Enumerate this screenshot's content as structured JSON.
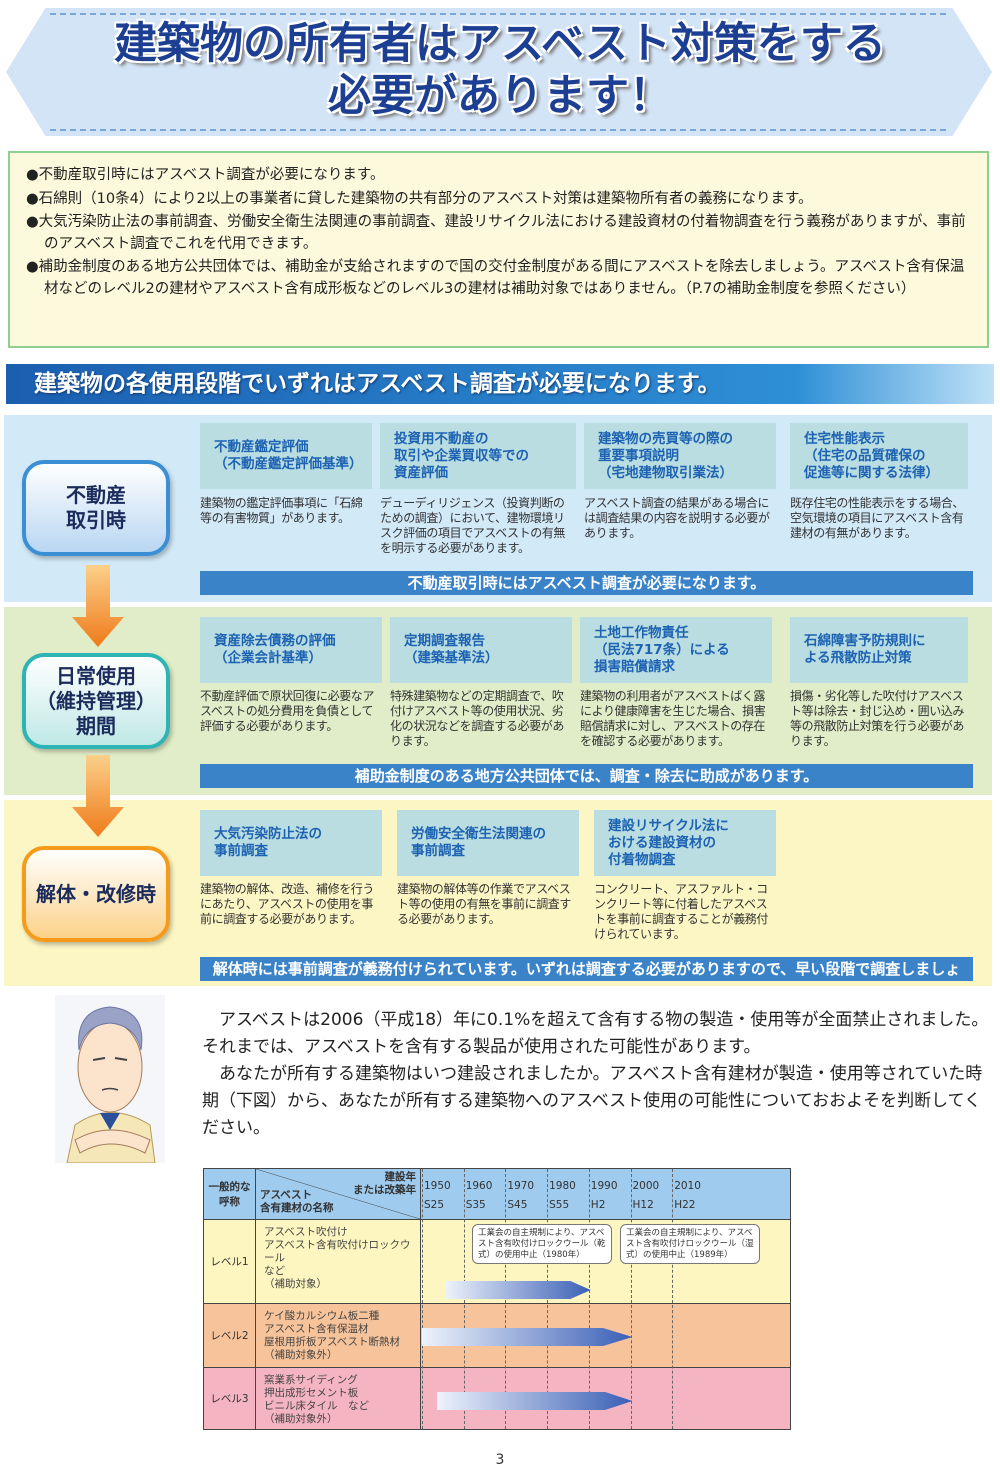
{
  "title": {
    "line1": "建築物の所有者はアスベスト対策をする",
    "line2": "必要があります！"
  },
  "info": [
    "●不動産取引時にはアスベスト調査が必要になります。",
    "●石綿則（10条4）により2以上の事業者に貸した建築物の共有部分のアスベスト対策は建築物所有者の義務になります。",
    "●大気汚染防止法の事前調査、労働安全衛生法関連の事前調査、建設リサイクル法における建設資材の付着物調査を行う義務がありますが、事前のアスベスト調査でこれを代用できます。",
    "●補助金制度のある地方公共団体では、補助金が支給されますので国の交付金制度がある間にアスベストを除去しましょう。アスベスト含有保温材などのレベル2の建材やアスベスト含有成形板などのレベル3の建材は補助対象ではありません。（P.7の補助金制度を参照ください）"
  ],
  "banner": "建築物の各使用段階でいずれはアスベスト調査が必要になります。",
  "stages": [
    {
      "label": "不動産\n取引時",
      "cards": [
        "不動産鑑定評価\n（不動産鑑定評価基準）",
        "投資用不動産の\n取引や企業買収等での\n資産評価",
        "建築物の売買等の際の\n重要事項説明\n（宅地建物取引業法）",
        "住宅性能表示\n（住宅の品質確保の\n促進等に関する法律）"
      ],
      "descs": [
        "建築物の鑑定評価事項に「石綿等の有害物質」があります。",
        "デューディリジェンス（投資判断のための調査）において、建物環境リスク評価の項目でアスベストの有無を明示する必要があります。",
        "アスベスト調査の結果がある場合には調査結果の内容を説明する必要があります。",
        "既存住宅の性能表示をする場合、空気環境の項目にアスベスト含有建材の有無があります。"
      ],
      "bar": "不動産取引時にはアスベスト調査が必要になります。"
    },
    {
      "label": "日常使用\n（維持管理）\n期間",
      "cards": [
        "資産除去債務の評価\n（企業会計基準）",
        "定期調査報告\n（建築基準法）",
        "土地工作物責任\n（民法717条）による\n損害賠償請求",
        "石綿障害予防規則に\nよる飛散防止対策"
      ],
      "descs": [
        "不動産評価で原状回復に必要なアスベストの処分費用を負債として評価する必要があります。",
        "特殊建築物などの定期調査で、吹付けアスベスト等の使用状況、劣化の状況などを調査する必要があります。",
        "建築物の利用者がアスベストばく露により健康障害を生じた場合、損害賠償請求に対し、アスベストの存在を確認する必要があります。",
        "損傷・劣化等した吹付けアスベスト等は除去・封じ込め・囲い込み等の飛散防止対策を行う必要があります。"
      ],
      "bar": "補助金制度のある地方公共団体では、調査・除去に助成があります。"
    },
    {
      "label": "解体・改修時",
      "cards": [
        "大気汚染防止法の\n事前調査",
        "労働安全衛生法関連の\n事前調査",
        "建設リサイクル法に\nおける建設資材の\n付着物調査"
      ],
      "descs": [
        "建築物の解体、改造、補修を行うにあたり、アスベストの使用を事前に調査する必要があります。",
        "建築物の解体等の作業でアスベスト等の使用の有無を事前に調査する必要があります。",
        "コンクリート、アスファルト・コンクリート等に付着したアスベストを事前に調査することが義務付けられています。"
      ],
      "bar": "解体時には事前調査が義務付けられています。いずれは調査する必要がありますので、早い段階で調査しましょう。"
    }
  ],
  "paragraph": [
    "　アスベストは2006（平成18）年に0.1%を超えて含有する物の製造・使用等が全面禁止されました。それまでは、アスベストを含有する製品が使用された可能性があります。",
    "　あなたが所有する建築物はいつ建設されましたか。アスベスト含有建材が製造・使用等されていた時期（下図）から、あなたが所有する建築物へのアスベスト使用の可能性についておおよそを判断してください。"
  ],
  "table": {
    "h1": "一般的な\n呼称",
    "h2a": "建設年\nまたは改築年",
    "h2b": "アスベスト\n含有建材の名称",
    "years": [
      {
        "y": "1950",
        "j": "S25"
      },
      {
        "y": "1960",
        "j": "S35"
      },
      {
        "y": "1970",
        "j": "S45"
      },
      {
        "y": "1980",
        "j": "S55"
      },
      {
        "y": "1990",
        "j": "H2"
      },
      {
        "y": "2000",
        "j": "H12"
      },
      {
        "y": "2010",
        "j": "H22"
      }
    ],
    "rows": [
      {
        "level": "レベル1",
        "materials": "アスベスト吹付け\nアスベスト含有吹付けロックウール\nなど\n（補助対象）",
        "from": 1955,
        "to": 1990
      },
      {
        "level": "レベル2",
        "materials": "ケイ酸カルシウム板二種\nアスベスト含有保温材\n屋根用折板アスベスト断熱材\n（補助対象外）",
        "from": 1940,
        "to": 2000
      },
      {
        "level": "レベル3",
        "materials": "窯業系サイディング\n押出成形セメント板\nビニル床タイル　など\n（補助対象外）",
        "from": 1953,
        "to": 2000
      }
    ],
    "notes": [
      "工業会の自主規制により、アスベスト含有吹付けロックウール（乾式）の使用中止（1980年）",
      "工業会の自主規制により、アスベスト含有吹付けロックウール（湿式）の使用中止（1989年）"
    ]
  },
  "page": "3"
}
